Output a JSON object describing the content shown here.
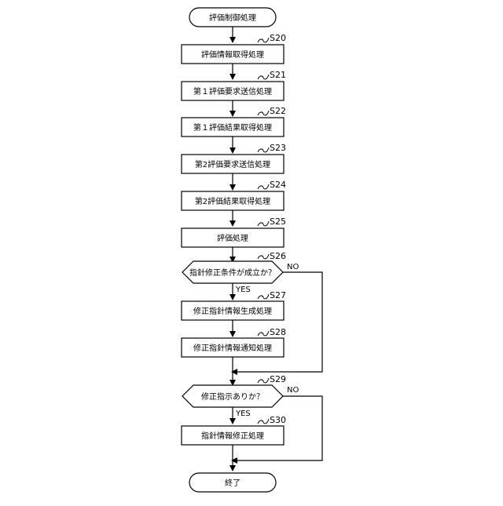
{
  "flowchart": {
    "start": "評価制御処理",
    "end": "終了",
    "steps": [
      {
        "id": "S20",
        "label": "評価情報取得処理"
      },
      {
        "id": "S21",
        "label": "第１評価要求送信処理"
      },
      {
        "id": "S22",
        "label": "第１評価結果取得処理"
      },
      {
        "id": "S23",
        "label": "第2評価要求送信処理"
      },
      {
        "id": "S24",
        "label": "第2評価結果取得処理"
      },
      {
        "id": "S25",
        "label": "評価処理"
      },
      {
        "id": "S27",
        "label": "修正指針情報生成処理"
      },
      {
        "id": "S28",
        "label": "修正指針情報通知処理"
      },
      {
        "id": "S30",
        "label": "指針情報修正処理"
      }
    ],
    "decisions": [
      {
        "id": "S26",
        "label": "指針修正条件が成立か？",
        "yes": "YES",
        "no": "NO"
      },
      {
        "id": "S29",
        "label": "修正指示ありか？",
        "yes": "YES",
        "no": "NO"
      }
    ]
  }
}
